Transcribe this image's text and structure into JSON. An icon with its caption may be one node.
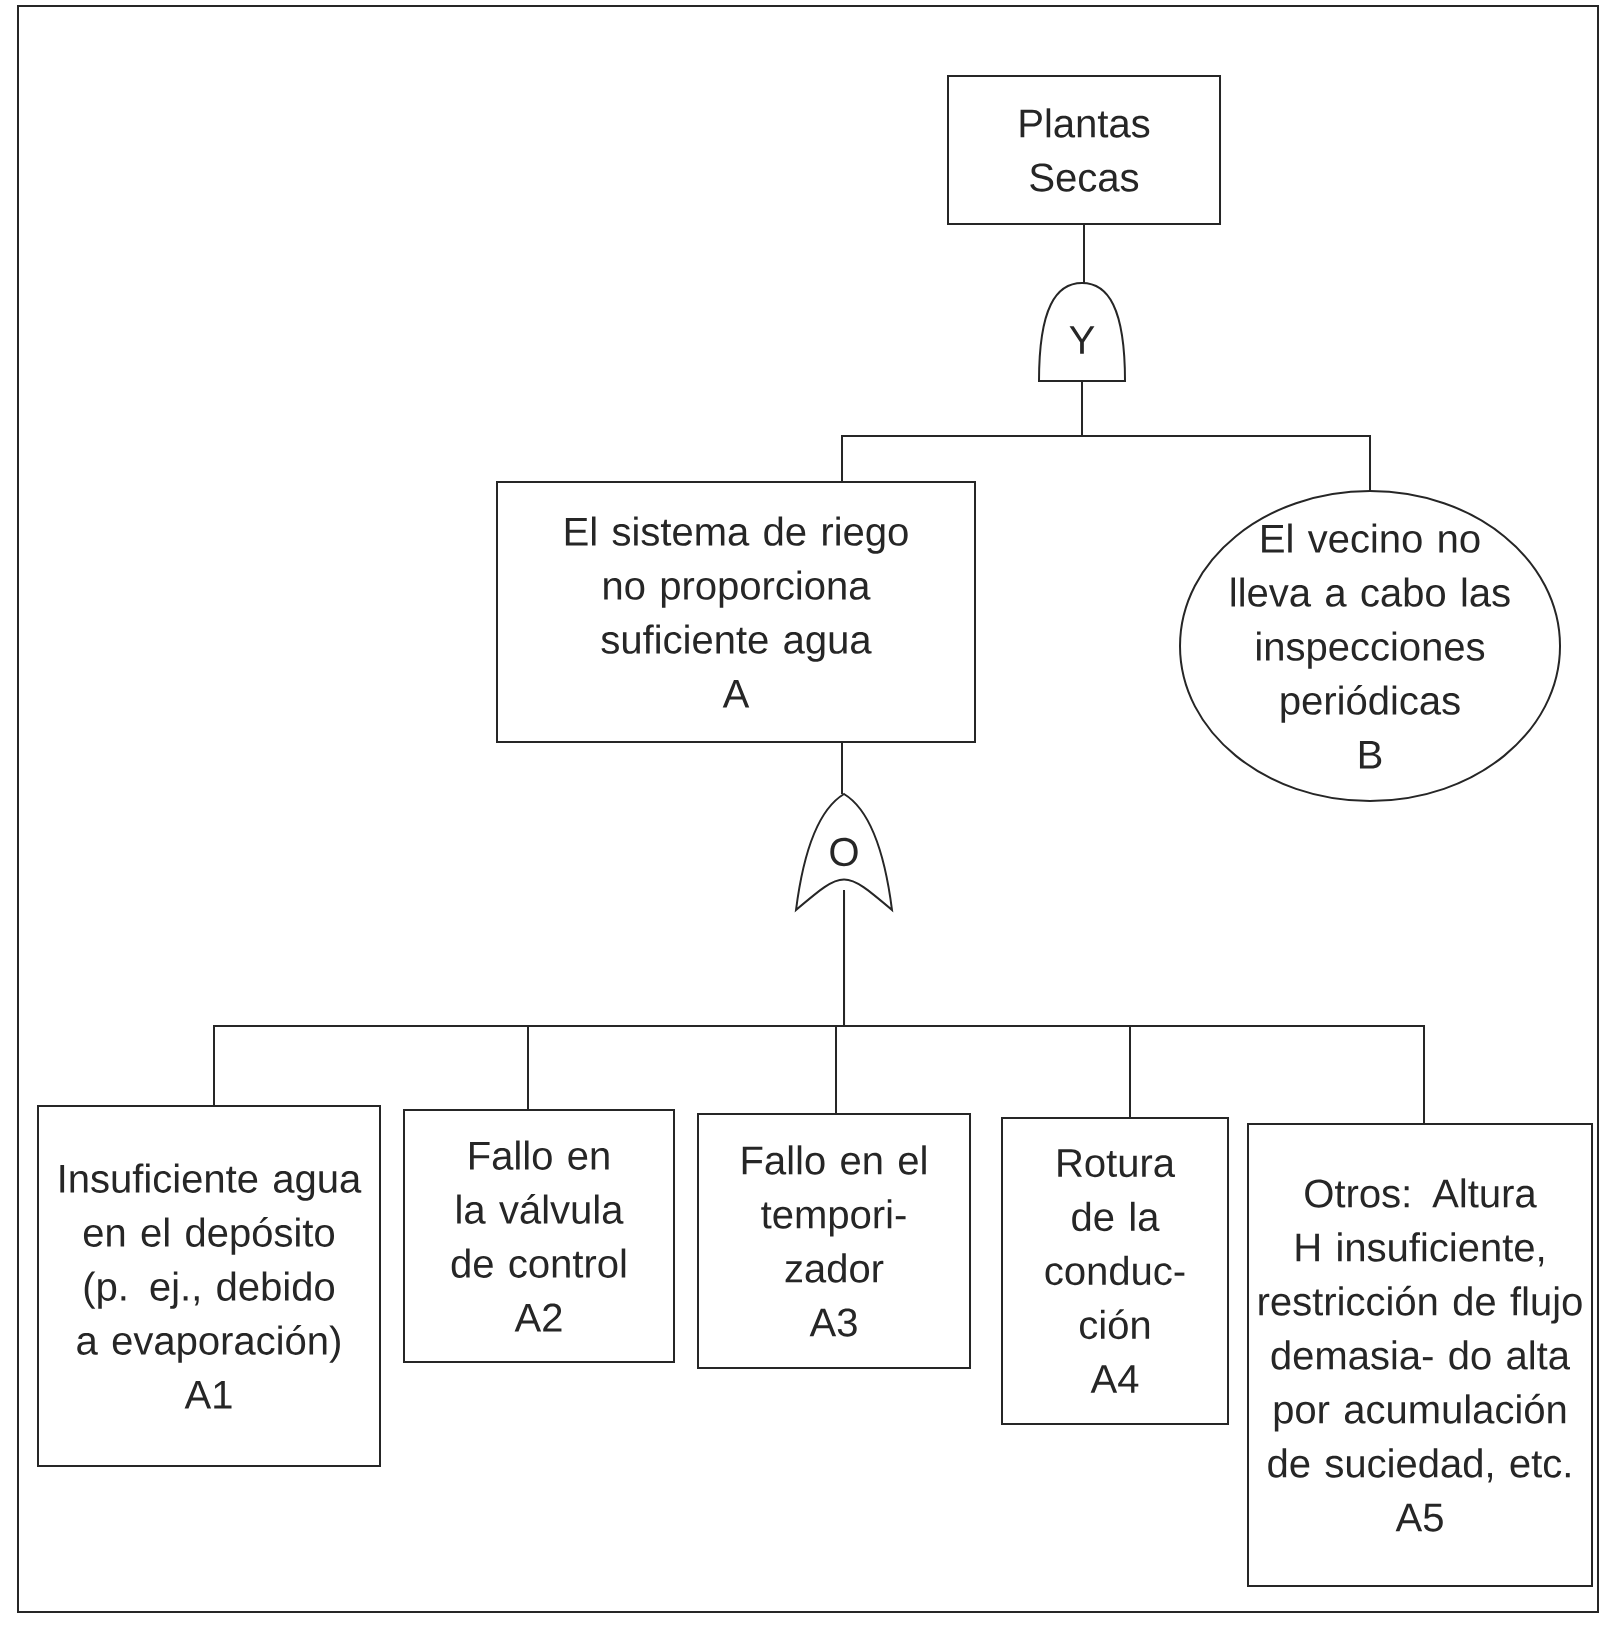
{
  "diagram": {
    "nodes": [
      {
        "text": [
          "Plantas Secas"
        ]
      },
      {
        "text": [
          "Y"
        ]
      },
      {
        "text": [
          "El sistema de riego no proporciona suficiente agua",
          "A"
        ]
      },
      {
        "text": [
          "El vecino no lleva a cabo las inspecciones periódicas",
          "B"
        ]
      },
      {
        "text": [
          "O"
        ]
      },
      {
        "text": [
          "Insuficiente agua en el depósito (p. ej., debido a evaporación)",
          "A1"
        ]
      },
      {
        "text": [
          "Fallo en la válvula de control",
          "A2"
        ]
      },
      {
        "text": [
          "Fallo en el tempori- zador",
          "A3"
        ]
      },
      {
        "text": [
          "Rotura de la conduc- ción",
          "A4"
        ]
      },
      {
        "text": [
          "Otros: Altura H insuficiente, restricción de flujo demasia- do alta por acumulación de suciedad, etc.",
          "A5"
        ]
      }
    ],
    "edges": [
      {
        "from": 0,
        "to": 1,
        "arrow": "none"
      },
      {
        "from": 1,
        "to": 2,
        "arrow": "none"
      },
      {
        "from": 1,
        "to": 3,
        "arrow": "none"
      },
      {
        "from": 2,
        "to": 4,
        "arrow": "none"
      },
      {
        "from": 4,
        "to": 5,
        "arrow": "none"
      },
      {
        "from": 4,
        "to": 6,
        "arrow": "none"
      },
      {
        "from": 4,
        "to": 7,
        "arrow": "none"
      },
      {
        "from": 4,
        "to": 8,
        "arrow": "none"
      },
      {
        "from": 4,
        "to": 9,
        "arrow": "none"
      }
    ]
  }
}
